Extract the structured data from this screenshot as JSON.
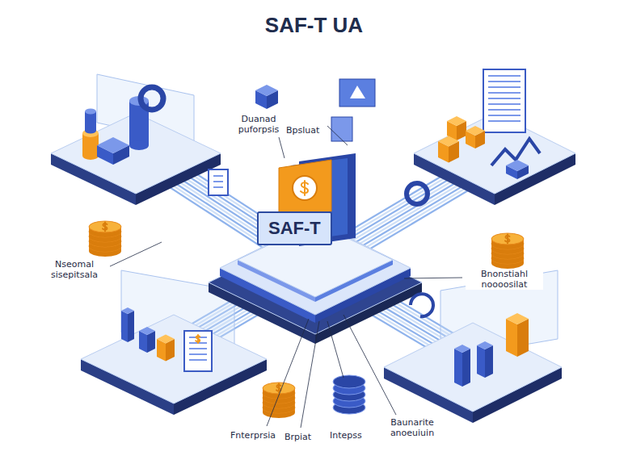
{
  "diagram": {
    "title": "SAF-T UA",
    "nodes": [
      {
        "text": [
          "SAF-T"
        ]
      }
    ],
    "labels": [
      "Duanad puforpsis",
      "Bpsluat",
      "Nseomal sisepitsala",
      "Bnonstiahl noooosilat",
      "Fnterprsia",
      "Brpiat",
      "Intepss",
      "Baunarite anoeuiuin"
    ]
  }
}
